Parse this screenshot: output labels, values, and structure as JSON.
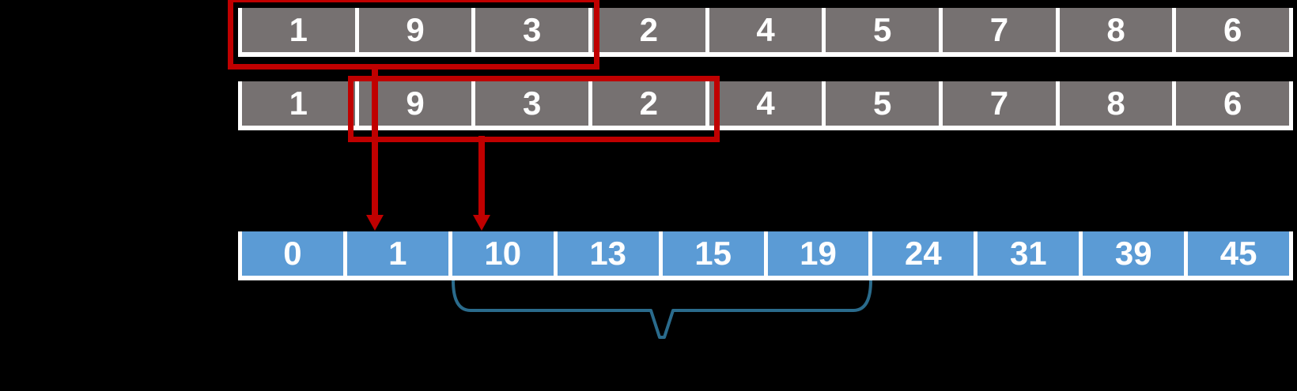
{
  "diagram": {
    "description": "Sliding window over an input array mapped to its prefix-sum array",
    "input_array_top": {
      "values": [
        "1",
        "9",
        "3",
        "2",
        "4",
        "5",
        "7",
        "8",
        "6"
      ],
      "window": {
        "start_index": 0,
        "end_index": 2,
        "covers_values": [
          "1",
          "9",
          "3"
        ]
      }
    },
    "input_array_bottom": {
      "values": [
        "1",
        "9",
        "3",
        "2",
        "4",
        "5",
        "7",
        "8",
        "6"
      ],
      "window": {
        "start_index": 1,
        "end_index": 3,
        "covers_values": [
          "9",
          "3",
          "2"
        ]
      }
    },
    "prefix_sum_array": {
      "values": [
        "0",
        "1",
        "10",
        "13",
        "15",
        "19",
        "24",
        "31",
        "39",
        "45"
      ],
      "brace_span": {
        "from_value": "10",
        "to_value": "19"
      }
    },
    "colors": {
      "background": "#000000",
      "cell_gray": "#767171",
      "cell_blue": "#5b9bd5",
      "cell_border_white": "#ffffff",
      "highlight_red": "#c00000",
      "brace_teal": "#2a6b8c",
      "number_text": "#ffffff"
    }
  }
}
